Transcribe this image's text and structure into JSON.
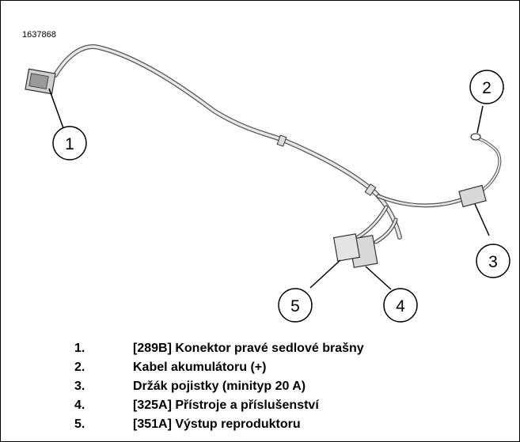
{
  "figure_id": "1637868",
  "callouts": [
    "1",
    "2",
    "3",
    "4",
    "5"
  ],
  "legend": [
    {
      "number": "1.",
      "text": "[289B] Konektor pravé sedlové brašny"
    },
    {
      "number": "2.",
      "text": "Kabel akumulátoru (+)"
    },
    {
      "number": "3.",
      "text": "Držák pojistky (minityp 20 A)"
    },
    {
      "number": "4.",
      "text": "[325A] Přístroje a příslušenství"
    },
    {
      "number": "5.",
      "text": "[351A] Výstup reproduktoru"
    }
  ]
}
